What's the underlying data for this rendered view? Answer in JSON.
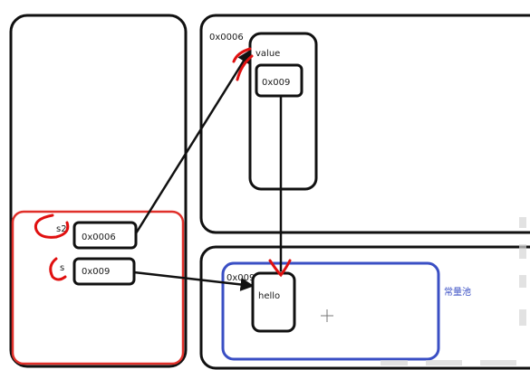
{
  "diagram": {
    "heap_object_address": "0x0006",
    "field_name": "value",
    "field_value": "0x009",
    "var_s2_name": "s2",
    "var_s2_value": "0x0006",
    "var_s_name": "s",
    "var_s_value": "0x009",
    "pool_string_address": "0x009",
    "pool_string_value": "hello",
    "pool_label": "常量池",
    "colors": {
      "outline": "#111111",
      "stack_highlight": "#e0302a",
      "pool_border": "#3a4fc4",
      "annotation": "#e01010"
    }
  }
}
